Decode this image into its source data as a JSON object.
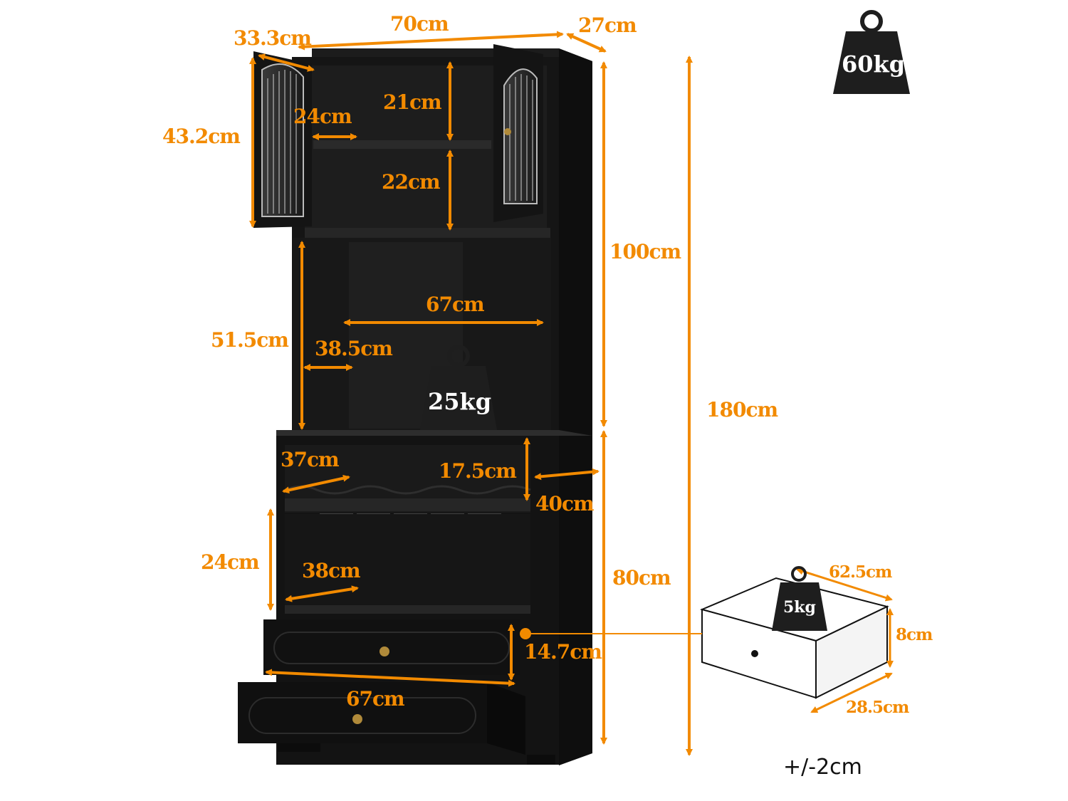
{
  "top": {
    "width": "70cm",
    "depth": "27cm",
    "door_width": "33.3cm",
    "door_height": "43.2cm"
  },
  "upper_cabinet": {
    "shelf_depth": "24cm",
    "top_compartment_height": "21cm",
    "lower_compartment_height": "22cm"
  },
  "open_shelf": {
    "height": "51.5cm",
    "width": "67cm",
    "depth": "38.5cm",
    "load": "25kg"
  },
  "heights": {
    "upper_section": "100cm",
    "total": "180cm",
    "lower_section": "80cm"
  },
  "wine_rack": {
    "width": "37cm",
    "height": "17.5cm",
    "depth": "40cm"
  },
  "lower_shelf": {
    "height": "24cm",
    "depth": "38cm"
  },
  "drawers": {
    "height": "14.7cm",
    "width": "67cm"
  },
  "drawer_detail": {
    "width": "62.5cm",
    "height": "8cm",
    "depth": "28.5cm",
    "load": "5kg"
  },
  "max_load": "60kg",
  "tolerance": "+/-2cm",
  "colors": {
    "dimension": "#f28a00",
    "furniture": "#111111",
    "weight_icon": "#1e1e1e"
  }
}
